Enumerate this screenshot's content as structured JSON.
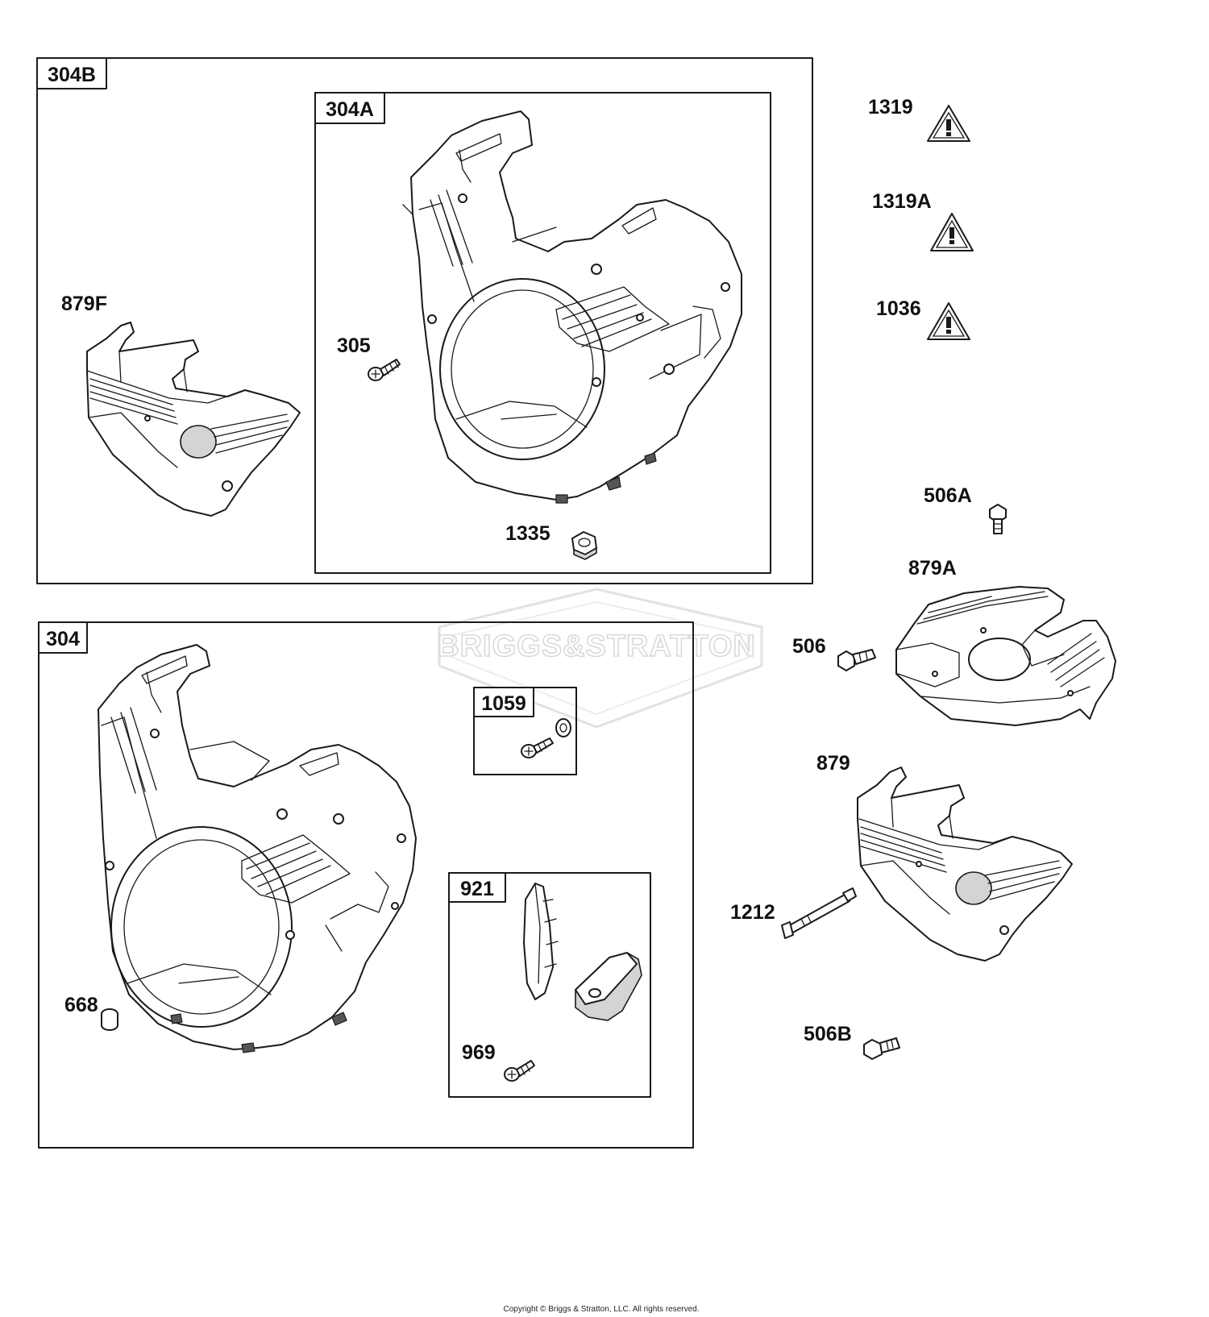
{
  "watermark": "BRIGGS&STRATTON",
  "copyright": "Copyright © Briggs & Stratton, LLC. All rights reserved.",
  "boxes": {
    "b304B": "304B",
    "b304A": "304A",
    "b304": "304",
    "b1059": "1059",
    "b921": "921"
  },
  "callouts": {
    "c879F": "879F",
    "c305": "305",
    "c1335": "1335",
    "c1319": "1319",
    "c1319A": "1319A",
    "c1036": "1036",
    "c506A": "506A",
    "c879A": "879A",
    "c506": "506",
    "c879": "879",
    "c1212": "1212",
    "c506B": "506B",
    "c668": "668",
    "c969": "969"
  }
}
